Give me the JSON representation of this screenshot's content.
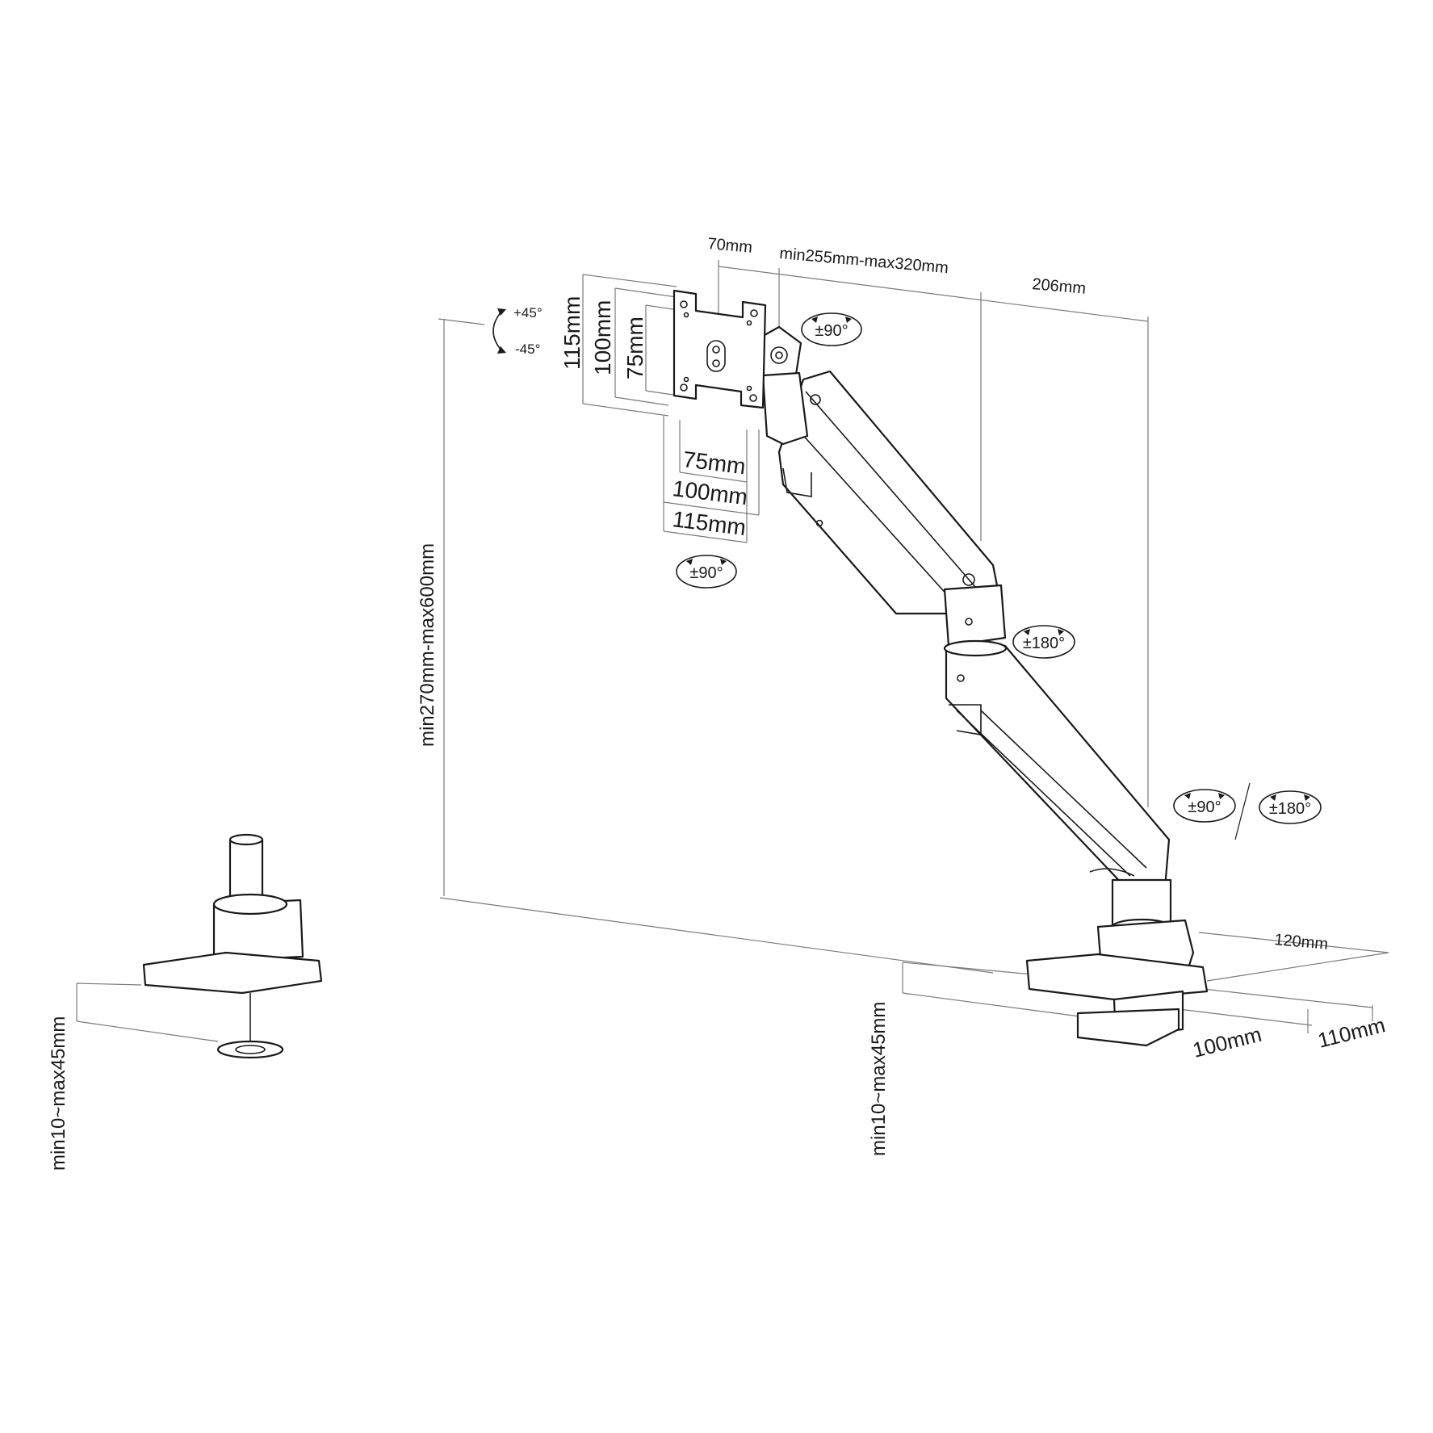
{
  "labels": {
    "vesa_offset": "70mm",
    "arm_reach": "min255mm-max320mm",
    "base_offset": "206mm",
    "height_range": "min270mm-max600mm",
    "tilt_up": "+45°",
    "tilt_down": "-45°",
    "vesa_v_115": "115mm",
    "vesa_v_100": "100mm",
    "vesa_v_75": "75mm",
    "vesa_h_75": "75mm",
    "vesa_h_100": "100mm",
    "vesa_h_115": "115mm",
    "swivel_head": "±90°",
    "rotation_plate": "±90°",
    "elbow_swivel": "±180°",
    "base_swivel_a": "±90°",
    "base_swivel_b": "±180°",
    "clamp_depth": "120mm",
    "grommet_100": "100mm",
    "grommet_110": "110mm",
    "desk_thickness_main": "min10~max45mm",
    "desk_thickness_grommet": "min10~max45mm"
  }
}
